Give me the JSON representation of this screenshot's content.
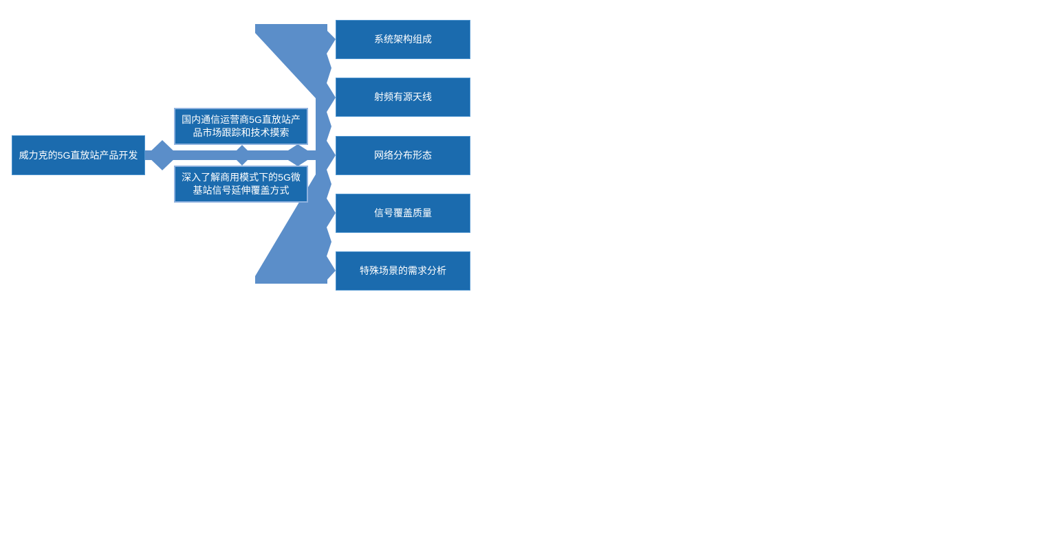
{
  "diagram": {
    "colors": {
      "background": "#FFFFFF",
      "node_fill": "#1B6BAE",
      "node_border": "#4E94CF",
      "mid_border": "#8FB2DF",
      "connector": "#5B8EC9",
      "text": "#FFFFFF"
    },
    "root": {
      "label": "威力克的5G直放站产品开发"
    },
    "branches": [
      {
        "label": "国内通信运营商5G直放站产品市场跟踪和技术摸索",
        "lines": [
          "国内通信运营商5G直放站产",
          "品市场跟踪和技术摸索"
        ]
      },
      {
        "label": "深入了解商用模式下的5G微基站信号延伸覆盖方式",
        "lines": [
          "深入了解商用模式下的5G微",
          "基站信号延伸覆盖方式"
        ]
      }
    ],
    "leaves": [
      {
        "label": "系统架构组成"
      },
      {
        "label": "射频有源天线"
      },
      {
        "label": "网络分布形态"
      },
      {
        "label": "信号覆盖质量"
      },
      {
        "label": "特殊场景的需求分析"
      }
    ]
  }
}
